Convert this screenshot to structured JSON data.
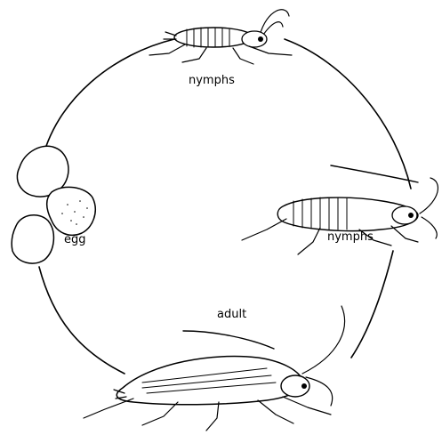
{
  "labels": {
    "nymph_top": "nymphs",
    "nymph_right": "nymphs",
    "egg": "egg",
    "adult": "adult"
  },
  "colors": {
    "ink": "#000000",
    "background": "#ffffff"
  }
}
